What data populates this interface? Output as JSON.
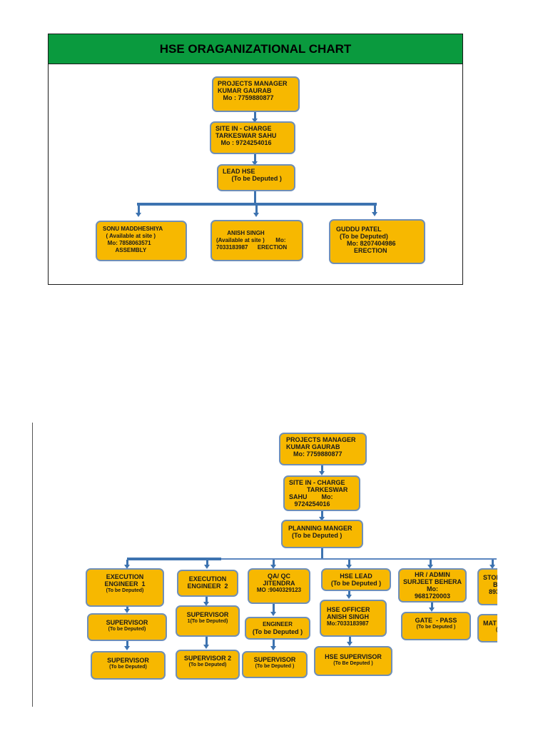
{
  "chart1": {
    "title": "HSE ORAGANIZATIONAL  CHART",
    "projects_manager": [
      "PROJECTS MANAGER",
      "KUMAR GAURAB",
      "   Mo : 7759880877"
    ],
    "site_incharge": [
      "SITE IN - CHARGE",
      "TARKESWAR SAHU",
      "   Mo : 9724254016"
    ],
    "lead_hse": [
      "LEAD HSE",
      "     (To be Deputed )"
    ],
    "sonu": [
      "SONU MADDHESHIYA",
      "  ( Available at site )",
      "   Mo: 7858063571",
      "        ASSEMBLY"
    ],
    "anish": [
      "       ANISH SINGH",
      "(Available at site )       Mo:",
      "7033183987      ERECTION"
    ],
    "guddu": [
      "GUDDU PATEL",
      "  (To be Deputed)",
      "      Mo: 8207404986",
      "          ERECTION"
    ]
  },
  "chart2": {
    "projects_manager": [
      "PROJECTS MANAGER",
      "KUMAR GAURAB",
      "    Mo: 7759880877"
    ],
    "site_incharge": [
      "SITE IN - CHARGE",
      "          TARKESWAR",
      "SAHU        Mo:",
      "   9724254016"
    ],
    "planning_manager": [
      "PLANNING MANGER",
      "  (To be Deputed )"
    ],
    "exec1": [
      "EXECUTION",
      "ENGINEER  1",
      "(To be Deputed)"
    ],
    "exec1_sup1": [
      "SUPERVISOR",
      "(To be Deputed)"
    ],
    "exec1_sup2": [
      "SUPERVISOR",
      "(To be Deputed)"
    ],
    "exec2": [
      "EXECUTION",
      "ENGINEER  2"
    ],
    "exec2_sup1": [
      "SUPERVISOR",
      "1(To be Deputed)"
    ],
    "exec2_sup2": [
      "SUPERVISOR 2",
      "(To be Deputed)"
    ],
    "qaqc": [
      "QA/ QC",
      "JITENDRA",
      "MO :9040329123"
    ],
    "qaqc_engineer": [
      "ENGINEER",
      "(To be Deputed )"
    ],
    "qaqc_supervisor": [
      "SUPERVISOR",
      "(To be Deputed )"
    ],
    "hse_lead": [
      "HSE LEAD",
      "(To be Deputed )"
    ],
    "hse_officer": [
      "HSE OFFICER",
      "ANISH SINGH",
      "Mo:7033183987"
    ],
    "hse_supervisor": [
      "HSE SUPERVISOR",
      "(To Be Deputed )"
    ],
    "hr_admin": [
      "HR / ADMIN",
      "SURJEET BEHERA",
      "Mo:",
      "9681720003"
    ],
    "gate_pass": [
      "GATE  - PASS",
      "(To be Deputed )"
    ],
    "store": [
      "STOR",
      "BA",
      "893"
    ],
    "mat": [
      "MAT",
      "(T"
    ]
  }
}
